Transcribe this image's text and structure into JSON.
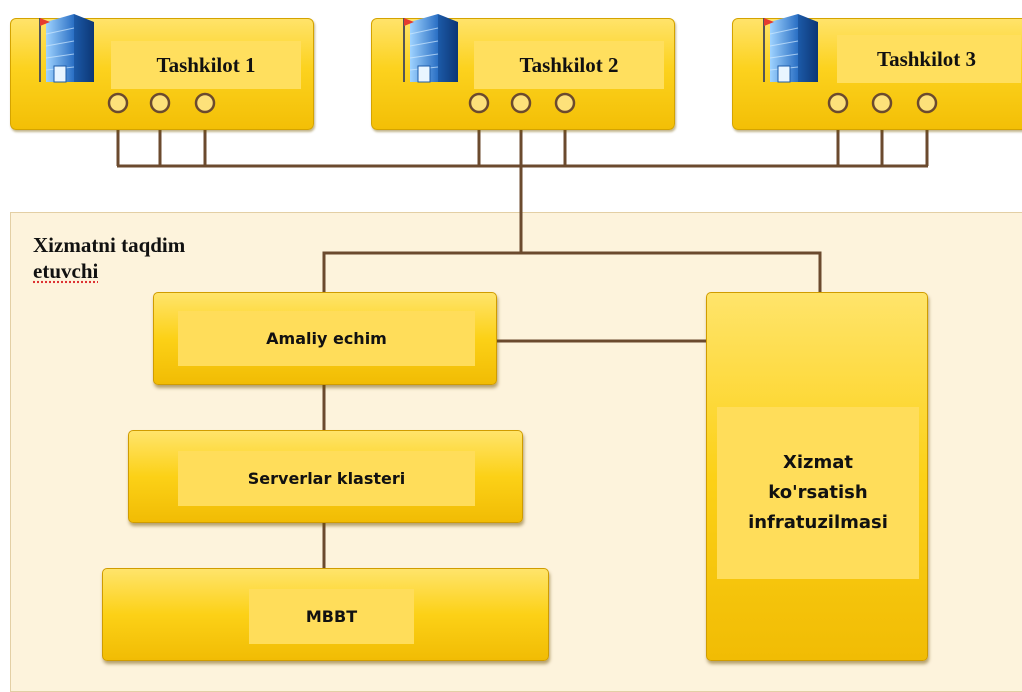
{
  "organizations": [
    {
      "label": "Tashkilot 1",
      "icon": "office-building-icon"
    },
    {
      "label": "Tashkilot 2",
      "icon": "office-building-icon"
    },
    {
      "label": "Tashkilot 3",
      "icon": "office-building-icon"
    }
  ],
  "provider": {
    "title_line1": "Xizmatni taqdim",
    "title_line2": "etuvchi"
  },
  "components": {
    "solution": "Amaliy echim",
    "cluster": "Serverlar klasteri",
    "dbms": "MBBT",
    "infra_line1": "Xizmat",
    "infra_line2": "ko'rsatish",
    "infra_line3": "infratuzilmasi"
  },
  "colors": {
    "box_fill": "#fcd21e",
    "box_inner": "#ffdf5e",
    "connector": "#6b4a2e",
    "provider_bg": "#fdf3dc"
  }
}
